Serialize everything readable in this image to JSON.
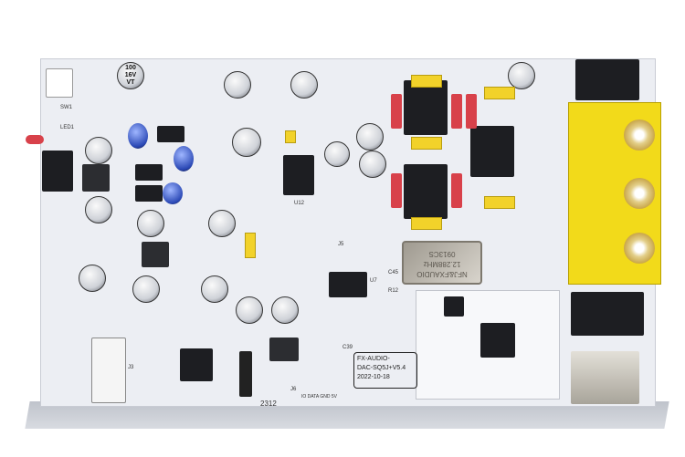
{
  "board": {
    "label_lines": [
      "FX-AUDIO-",
      "DAC-SQ5J+V5.4",
      "2022-10-18"
    ],
    "crystal_lines": [
      "NFJ&FXAUDIO",
      "12.288MHz",
      "0913CS"
    ],
    "silkscreen": {
      "sw1": "SW1",
      "led1": "LED1",
      "j3": "J3",
      "j5": "J5",
      "j6": "J6",
      "u7": "U7",
      "u12": "U12",
      "c45": "C45",
      "r12": "R12",
      "c39": "C39",
      "date_code": "2312",
      "conn": "IO DATA GND 5V"
    },
    "cap_marking": [
      "100",
      "16V",
      "VT"
    ]
  },
  "colors": {
    "pcb": "#eceef3",
    "connector": "#f2da1a",
    "resistor": "#d8414a"
  }
}
